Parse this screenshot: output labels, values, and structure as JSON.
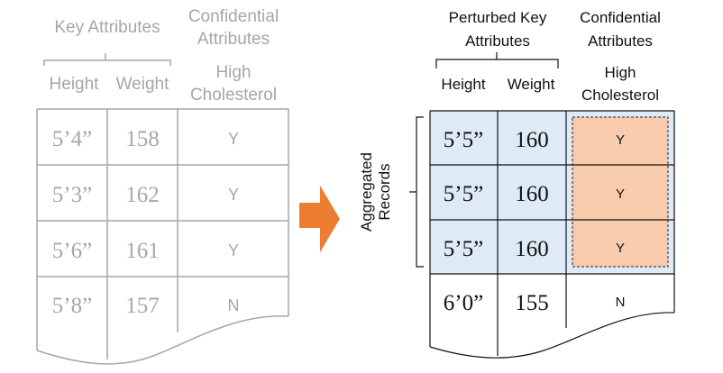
{
  "original": {
    "group_header": "Key Attributes",
    "confidential_header": [
      "Confidential",
      "Attributes"
    ],
    "columns": [
      "Height",
      "Weight"
    ],
    "confidential_column": [
      "High",
      "Cholesterol"
    ],
    "rows": [
      {
        "height": "5’4”",
        "weight": "158",
        "cholesterol": "Y"
      },
      {
        "height": "5’3”",
        "weight": "162",
        "cholesterol": "Y"
      },
      {
        "height": "5’6”",
        "weight": "161",
        "cholesterol": "Y"
      },
      {
        "height": "5’8”",
        "weight": "157",
        "cholesterol": "N"
      }
    ]
  },
  "perturbed": {
    "group_header": [
      "Perturbed Key",
      "Attributes"
    ],
    "confidential_header": [
      "Confidential",
      "Attributes"
    ],
    "columns": [
      "Height",
      "Weight"
    ],
    "confidential_column": [
      "High",
      "Cholesterol"
    ],
    "aggregated_label": [
      "Aggregated",
      "Records"
    ],
    "rows": [
      {
        "height": "5’5”",
        "weight": "160",
        "cholesterol": "Y"
      },
      {
        "height": "5’5”",
        "weight": "160",
        "cholesterol": "Y"
      },
      {
        "height": "5’5”",
        "weight": "160",
        "cholesterol": "Y"
      },
      {
        "height": "6’0”",
        "weight": "155",
        "cholesterol": "N"
      }
    ]
  },
  "colors": {
    "arrow": "#ed7d31",
    "aggregated_fill": "#deebf7",
    "confidential_fill": "#f8cbad",
    "original_lines": "#a6a6a6"
  }
}
